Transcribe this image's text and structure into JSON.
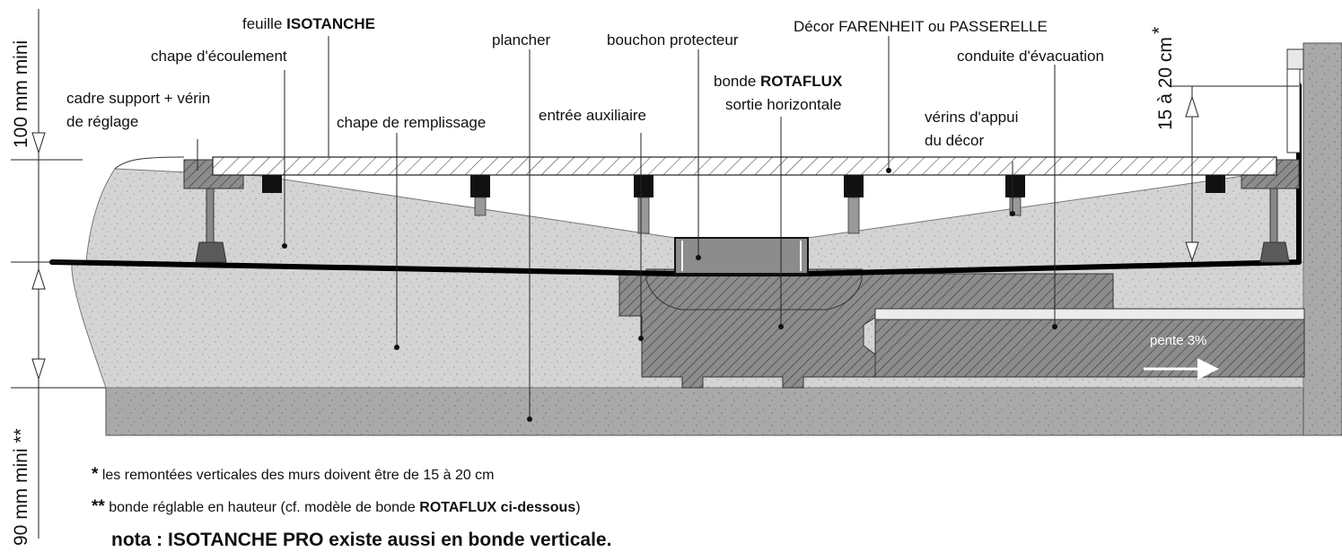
{
  "labels": {
    "feuille_prefix": "feuille ",
    "feuille_bold": "ISOTANCHE",
    "chape_ecoulement": "chape d'écoulement",
    "cadre_line1": "cadre support + vérin",
    "cadre_line2": "de réglage",
    "chape_remplissage": "chape de remplissage",
    "plancher": "plancher",
    "entree_auxiliaire": "entrée auxiliaire",
    "bouchon_protecteur": "bouchon protecteur",
    "bonde_prefix": "bonde ",
    "bonde_bold": "ROTAFLUX",
    "bonde_line2": "sortie horizontale",
    "decor": "Décor FARENHEIT ou PASSERELLE",
    "conduite": "conduite d'évacuation",
    "verins_line1": "vérins d'appui",
    "verins_line2": "du décor",
    "pente": "pente 3%"
  },
  "dimensions": {
    "top_left": "100 mm mini",
    "bottom_left": "90 mm mini **",
    "right": "15 à 20 cm",
    "right_star": "*"
  },
  "notes": {
    "note1_star": "*",
    "note1_text": " les remontées verticales des murs doivent être de 15 à 20 cm",
    "note2_star": "**",
    "note2_text": " bonde réglable en hauteur (cf. modèle de bonde ",
    "note2_bold": "ROTAFLUX ci-dessous",
    "note2_end": ")",
    "nota": "nota : ISOTANCHE PRO existe aussi en bonde verticale."
  }
}
